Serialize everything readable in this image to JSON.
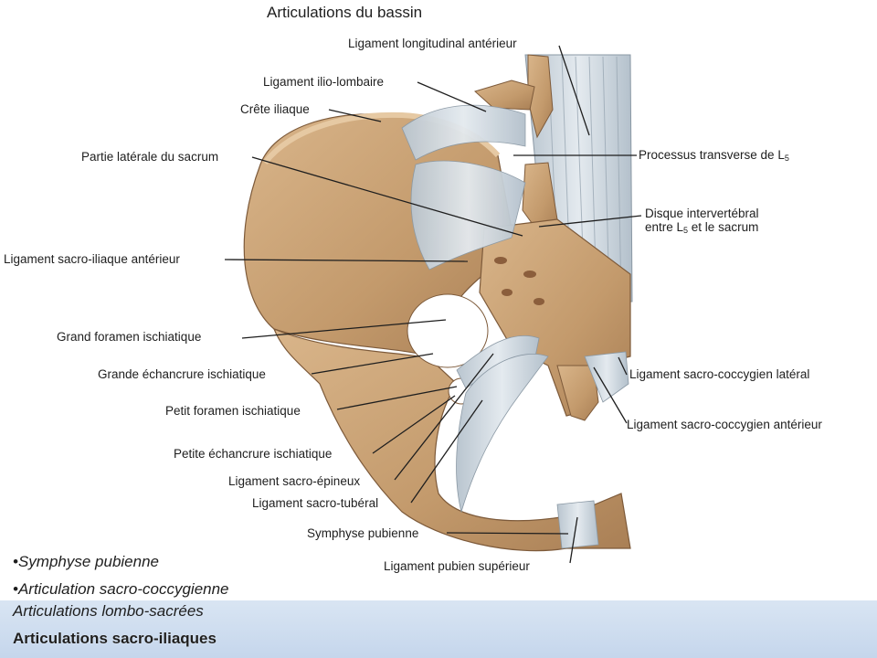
{
  "title": "Articulations du bassin",
  "labels": {
    "ligament_longitudinal_anterieur": "Ligament longitudinal antérieur",
    "ligament_ilio_lombaire": "Ligament ilio-lombaire",
    "crete_iliaque": "Crête iliaque",
    "partie_laterale_sacrum": "Partie latérale du sacrum",
    "processus_transverse_prefix": "Processus transverse de L",
    "processus_transverse_sub": "5",
    "disque_line1": "Disque intervertébral",
    "disque_line2_prefix": "entre L",
    "disque_line2_sub": "5",
    "disque_line2_suffix": " et le sacrum",
    "ligament_sacro_iliaque_anterieur": "Ligament sacro-iliaque antérieur",
    "grand_foramen_ischiatique": "Grand foramen ischiatique",
    "grande_echancrure_ischiatique": "Grande échancrure ischiatique",
    "petit_foramen_ischiatique": "Petit foramen ischiatique",
    "petite_echancrure_ischiatique": "Petite échancrure ischiatique",
    "ligament_sacro_epineux": "Ligament sacro-épineux",
    "ligament_sacro_tuberal": "Ligament sacro-tubéral",
    "symphyse_pubienne": "Symphyse pubienne",
    "ligament_pubien_superieur": "Ligament pubien supérieur",
    "ligament_sacro_coccygien_lateral": "Ligament sacro-coccygien latéral",
    "ligament_sacro_coccygien_anterieur": "Ligament sacro-coccygien antérieur"
  },
  "bullets": [
    "•Symphyse pubienne",
    "•Articulation sacro-coccygienne"
  ],
  "bottom_rows": [
    "Articulations lombo-sacrées",
    "Articulations sacro-iliaques"
  ],
  "colors": {
    "bone": "#c79f72",
    "bone_dark": "#a57a4e",
    "ligament": "#c9d3db",
    "bottom_band": "#c9d8ed"
  }
}
